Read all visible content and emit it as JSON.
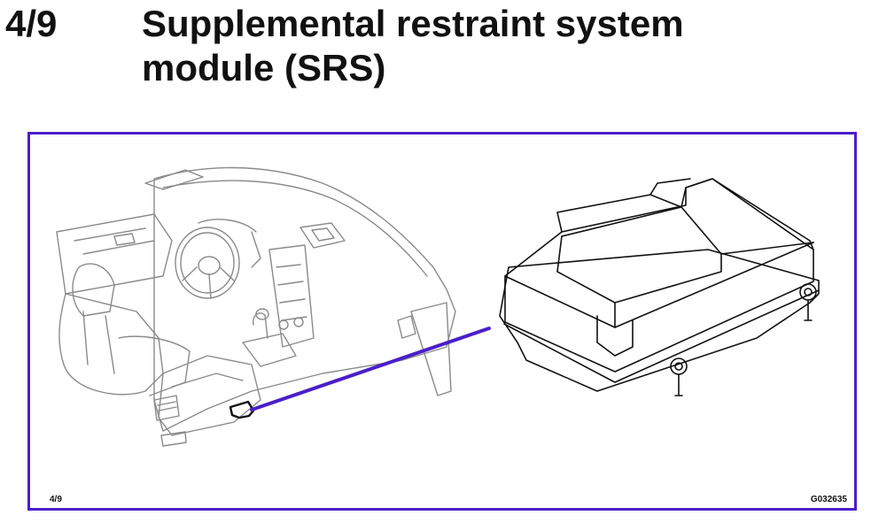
{
  "header": {
    "page_number": "4/9",
    "title_line1": "Supplemental restraint system",
    "title_line2": "module (SRS)"
  },
  "figure": {
    "ref_left": "4/9",
    "ref_right": "G032635",
    "colors": {
      "frame": "#4a1fc8",
      "pointer_line": "#4a1fc8",
      "line_art": "#8a8a8a",
      "module_outline": "#111111"
    },
    "icons": {
      "vehicle": "car-interior-illustration",
      "module": "srs-module-illustration",
      "location": "srs-location-marker"
    }
  }
}
